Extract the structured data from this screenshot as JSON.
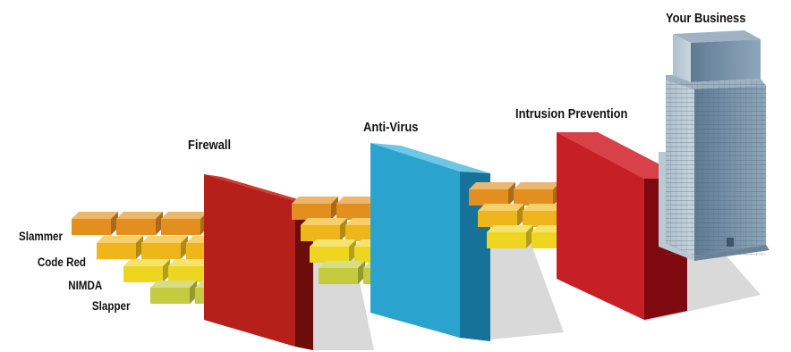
{
  "labels": {
    "firewall": "Firewall",
    "antivirus": "Anti-Virus",
    "intrusion": "Intrusion Prevention",
    "business": "Your Business"
  },
  "threats": [
    {
      "name": "Slammer",
      "color": "#e28f1f"
    },
    {
      "name": "Code Red",
      "color": "#efb61c"
    },
    {
      "name": "NIMDA",
      "color": "#eed520"
    },
    {
      "name": "Slapper",
      "color": "#c4cb3e"
    }
  ],
  "colors": {
    "firewall": "#b5201a",
    "antivirus": "#2aa3cf",
    "intrusion": "#c71f26",
    "building": "#7f97ab"
  },
  "icons": {
    "building": "office-building-icon"
  }
}
